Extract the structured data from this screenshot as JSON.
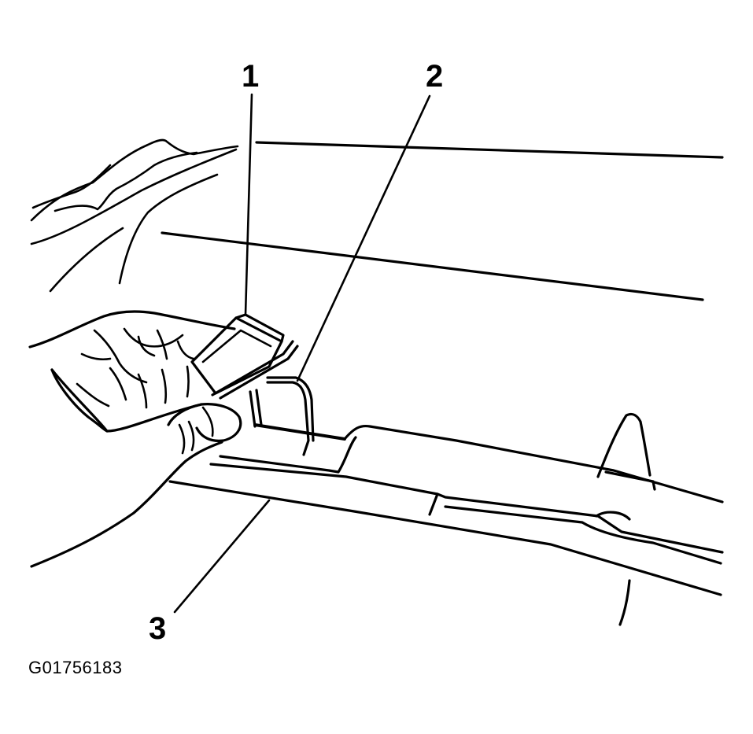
{
  "callouts": [
    {
      "number": "1",
      "part": "clip"
    },
    {
      "number": "2",
      "part": "wire-retainer"
    },
    {
      "number": "3",
      "part": "panel-edge"
    }
  ],
  "figure_id": "G01756183"
}
